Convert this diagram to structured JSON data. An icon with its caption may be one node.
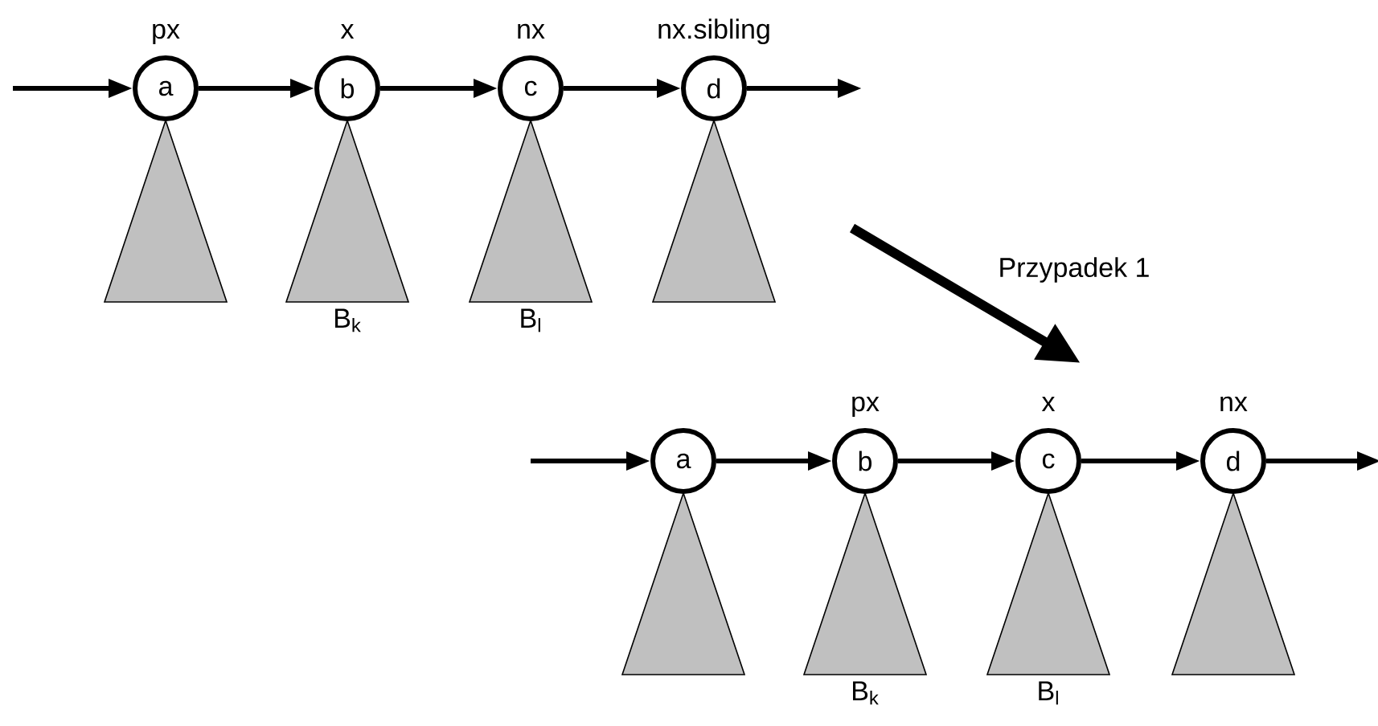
{
  "diagram": {
    "nodes": [
      {
        "text": [
          "a"
        ],
        "beside": [
          "px"
        ]
      },
      {
        "text": [
          "b"
        ],
        "beside": [
          "x"
        ]
      },
      {
        "text": [
          "c"
        ],
        "beside": [
          "nx"
        ]
      },
      {
        "text": [
          "d"
        ],
        "beside": [
          "nx.sibling"
        ]
      },
      {
        "text": [
          "a"
        ]
      },
      {
        "text": [
          "b"
        ],
        "beside": [
          "px"
        ]
      },
      {
        "text": [
          "c"
        ],
        "beside": [
          "x"
        ]
      },
      {
        "text": [
          "d"
        ],
        "beside": [
          "nx"
        ]
      },
      {
        "text": [],
        "shape": "triangle"
      },
      {
        "text": [],
        "shape": "triangle",
        "beside": [
          "B$_{k}$"
        ]
      },
      {
        "text": [],
        "shape": "triangle",
        "beside": [
          "B$_{l}$"
        ]
      },
      {
        "text": [],
        "shape": "triangle"
      },
      {
        "text": [],
        "shape": "triangle"
      },
      {
        "text": [],
        "shape": "triangle",
        "beside": [
          "B$_{k}$"
        ]
      },
      {
        "text": [],
        "shape": "triangle",
        "beside": [
          "B$_{l}$"
        ]
      },
      {
        "text": [],
        "shape": "triangle"
      }
    ],
    "edges": [
      {
        "from": null,
        "to": 0,
        "arrow": "to"
      },
      {
        "from": 0,
        "to": 1,
        "arrow": "to"
      },
      {
        "from": 1,
        "to": 2,
        "arrow": "to"
      },
      {
        "from": 2,
        "to": 3,
        "arrow": "to"
      },
      {
        "from": 3,
        "to": null,
        "arrow": "to"
      },
      {
        "from": null,
        "to": 4,
        "arrow": "to"
      },
      {
        "from": 4,
        "to": 5,
        "arrow": "to"
      },
      {
        "from": 5,
        "to": 6,
        "arrow": "to"
      },
      {
        "from": 6,
        "to": 7,
        "arrow": "to"
      },
      {
        "from": 7,
        "to": null,
        "arrow": "to"
      }
    ],
    "labels": [
      "Przypadek 1"
    ]
  }
}
